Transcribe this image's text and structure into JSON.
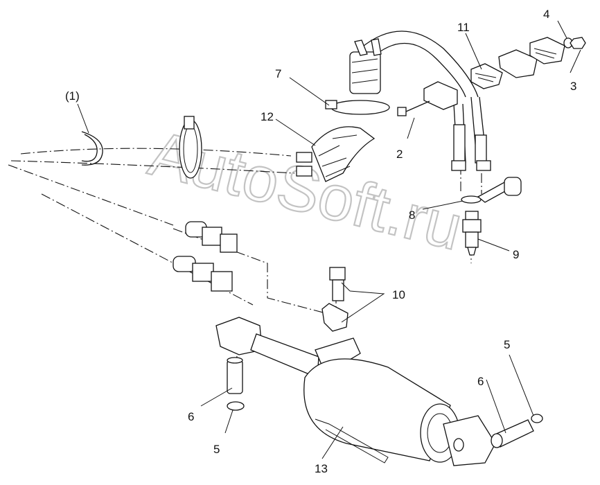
{
  "watermark": "AutoSoft.ru",
  "labels": {
    "l1": "(1)",
    "l2": "2",
    "l3": "3",
    "l4": "4",
    "l5a": "5",
    "l5b": "5",
    "l6a": "6",
    "l6b": "6",
    "l7": "7",
    "l8": "8",
    "l9": "9",
    "l10": "10",
    "l11": "11",
    "l12": "12",
    "l13": "13"
  }
}
